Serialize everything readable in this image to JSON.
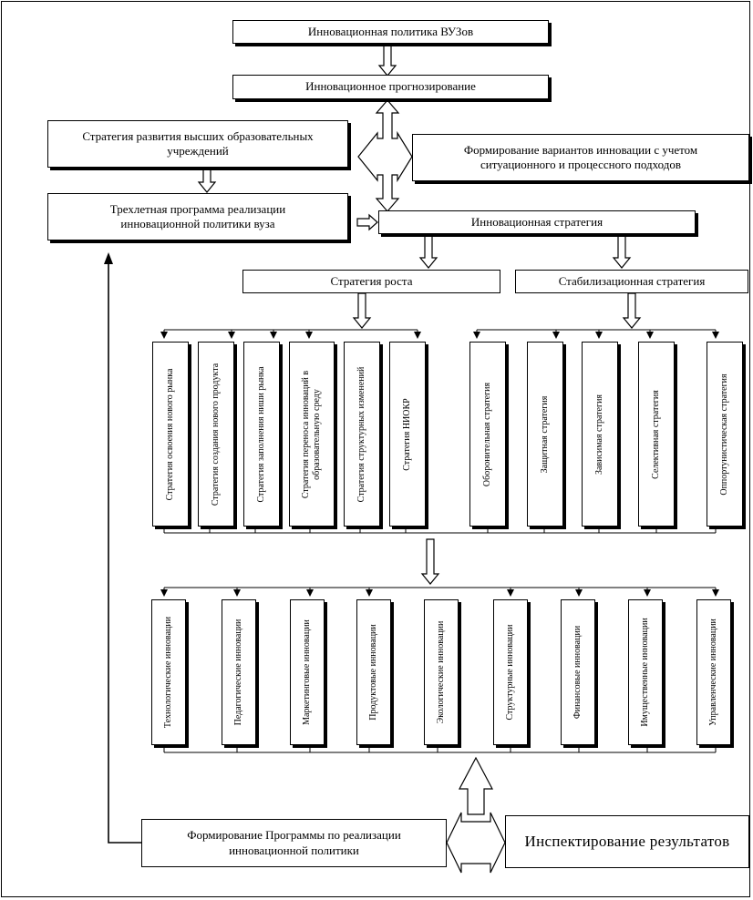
{
  "top": {
    "policy": "Инновационная политика ВУЗов",
    "forecasting": "Инновационное прогнозирование"
  },
  "left": {
    "strategy_development": "Стратегия развития высших образовательных учреждений",
    "three_year_program": "Трехлетная программа реализации инновационной политики вуза"
  },
  "right": {
    "variants": "Формирование вариантов инновации с учетом ситуационного и процессного подходов"
  },
  "innovation_strategy": "Инновационная стратегия",
  "growth_strategy": "Стратегия роста",
  "stabilization_strategy": "Стабилизационная стратегия",
  "growth_items": [
    "Стратегия освоения нового рынка",
    "Стратегия создания нового продукта",
    "Стратегия заполнения ниши рынка",
    "Стратегия переноса инноваций в образовательную среду",
    "Стратегия структурных изменений",
    "Стратегия НИОКР"
  ],
  "stabilization_items": [
    "Оборонительная стратегия",
    "Защитная стратегия",
    "Зависимая стратегия",
    "Селективная стратегия",
    "Оппортунистическая стратегия"
  ],
  "innovation_types": [
    "Технологические инновации",
    "Педагогические инновации",
    "Маркетинговые инновации",
    "Продуктовые инновации",
    "Экологические инновации",
    "Структурные инновации",
    "Финансовые инновации",
    "Имущественные инновации",
    "Управленческие инновации"
  ],
  "bottom": {
    "program_formation": "Формирование Программы по реализации инновационной политики",
    "inspection": "Инспектирование результатов"
  }
}
